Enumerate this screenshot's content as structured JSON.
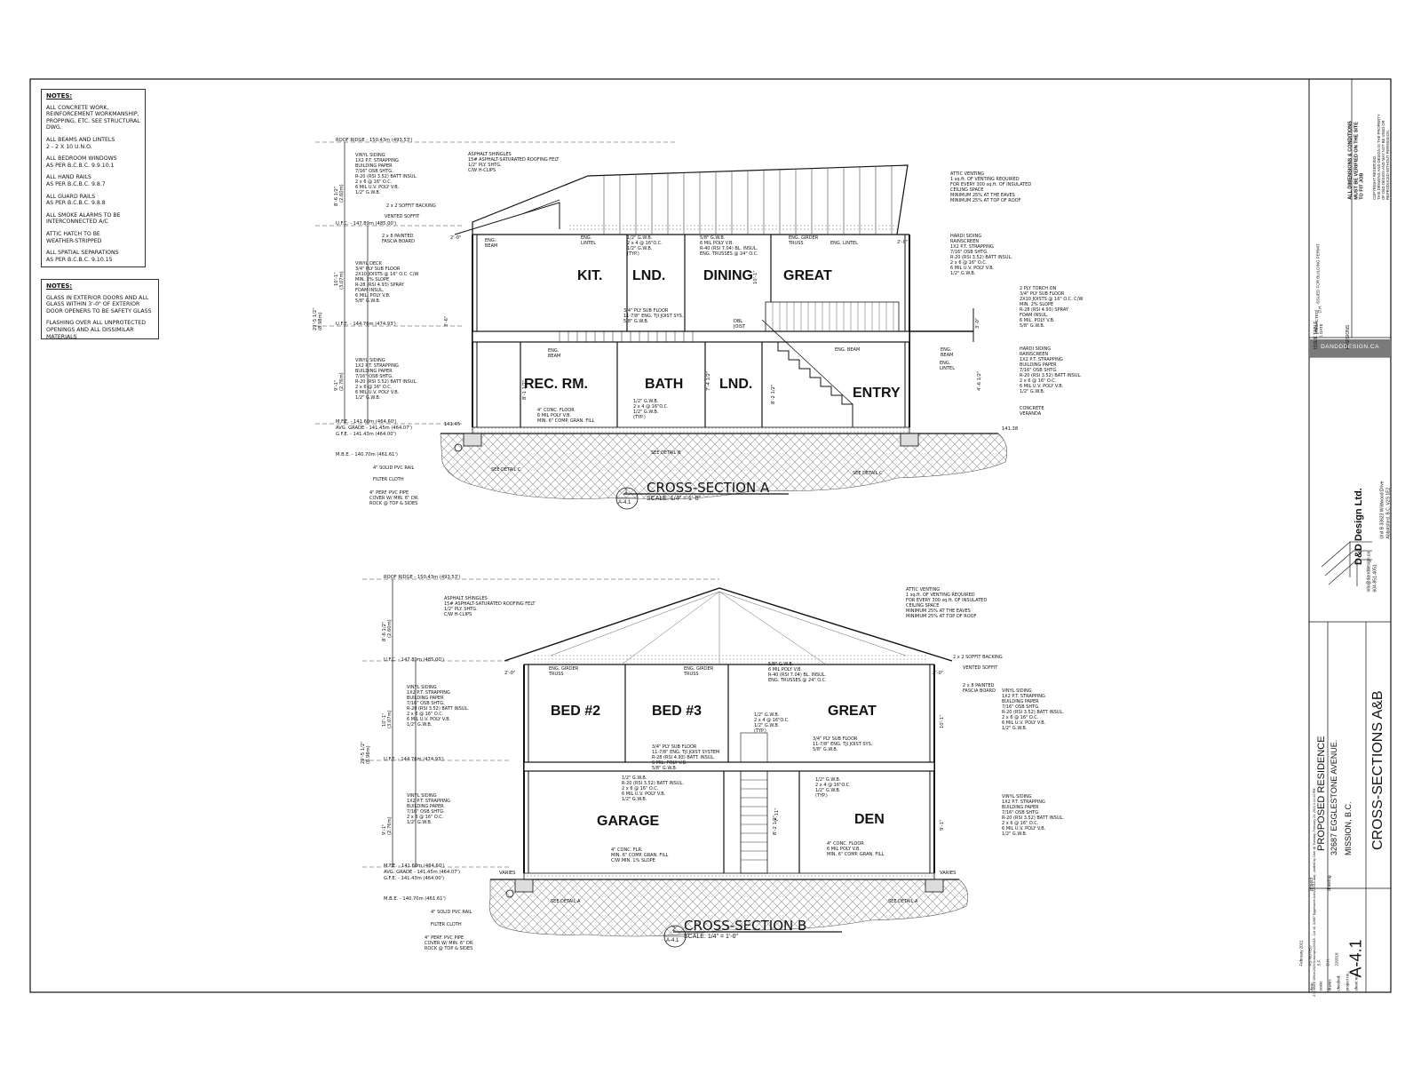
{
  "notes1": {
    "heading": "NOTES:",
    "items": [
      "ALL CONCRETE WORK,\nREINFORCEMENT WORKMANSHIP,\nPROPPING, ETC. SEE STRUCTURAL\nDWG.",
      "ALL BEAMS AND LINTELS\n2 - 2 X 10 U.N.O.",
      "ALL BEDROOM WINDOWS\nAS PER B.C.B.C. 9.9.10.1",
      "ALL HAND RAILS\nAS PER B.C.B.C. 9.8.7",
      "ALL GUARD RAILS\nAS PER B.C.B.C. 9.8.8",
      "ALL SMOKE ALARMS TO BE\nINTERCONNECTED A/C",
      "ATTIC HATCH TO BE\nWEATHER-STRIPPED",
      "ALL SPATIAL SEPARATIONS\nAS PER B.C.B.C. 9.10.15"
    ]
  },
  "notes2": {
    "heading": "NOTES:",
    "items": [
      "GLASS IN EXTERIOR DOORS AND ALL\nGLASS WITHIN 3'-0\" OF EXTERIOR\nDOOR OPENERS TO BE SAFETY GLASS",
      "FLASHING OVER ALL UNPROTECTED\nOPENINGS AND ALL DISSIMILAR\nMATERIALS"
    ]
  },
  "sectionA": {
    "title": "CROSS-SECTION A",
    "scale": "SCALE:  1/4\" = 1'-0\"",
    "ref_num": "1",
    "ref_sheet": "A-4.1",
    "rooms": [
      "KIT.",
      "LND.",
      "DINING",
      "GREAT",
      "REC. RM.",
      "BATH",
      "LND.",
      "ENTRY"
    ],
    "levels": [
      "ROOF RIDGE - 150.43m (493.53')",
      "U.F.C. - 147.89m (485.00')",
      "U.F.E. - 144.76m (474.93')",
      "M.F.E. - 141.60m (464.60')",
      "AVG. GRADE - 141.45m (464.07')",
      "G.F.E. - 141.43m (464.00')",
      "M.B.E. - 140.70m (461.61')"
    ],
    "dims": [
      "8'-6 1/2\"",
      "(2.60m)",
      "10'-1\"",
      "(3.07m)",
      "29'-5 1/2\"",
      "(8.98m)",
      "9'-1\"",
      "(2.76m)",
      "3'-6\"",
      "10'-1\"",
      "8'-1 1/2\"",
      "7'-4 1/2\"",
      "8'-2 1/2\"",
      "3'-0\"",
      "4'-6 1/2\"",
      "2'-0\"",
      "2'-0\""
    ],
    "elev_tags": [
      "141.45",
      "141.38"
    ],
    "notes": [
      "ASPHALT SHINGLES\n15# ASPHALT-SATURATED ROOFING FELT\n1/2\" PLY. SHTG.\nC/W H-CLIPS",
      "VINYL SIDING\n1X2 P.T. STRAPPING\nBUILDING PAPER\n7/16\" OSB SHTG.\nR-20 (RSI 3.52) BATT INSUL.\n2 x 6 @ 16\" O.C.\n6 MIL U.V. POLY V.B.\n1/2\" G.W.B.",
      "2 x 2 SOFFIT BACKING",
      "VENTED SOFFIT",
      "2 x 8 PAINTED\nFASCIA BOARD",
      "VINYL DECK\n3/4\" PLY SUB FLOOR\n2X10 JOISTS @ 16\" O.C. C/W\nMIN. 2% SLOPE\nR-28 (RSI 4.93) SPRAY\nFOAM INSUL.\n6 MIL. POLY V.B.\n5/8\" G.W.B.",
      "VINYL SIDING\n1X2 P.T. STRAPPING\nBUILDING PAPER\n7/16\" OSB SHTG.\nR-20 (RSI 3.52) BATT INSUL.\n2 x 6 @ 16\" O.C.\n6 MIL U.V. POLY V.B.\n1/2\" G.W.B.",
      "4\" SOLID PVC RAIL",
      "FILTER CLOTH",
      "4\" PERF. PVC PIPE\nCOVER W/ MIN. 6\" DR.\nROCK @ TOP & SIDES",
      "ENG.\nBEAM",
      "ENG.\nLINTEL",
      "1/2\" G.W.B.\n2 x 4 @ 16\"O.C.\n1/2\" G.W.B.\n(TYP.)",
      "5/8\" G.W.B.\n6 MIL POLY V.B.\nR-40 (RSI 7.04) BL. INSUL.\nENG. TRUSSES @ 24\" O.C.",
      "ENG. GIRDER\nTRUSS",
      "ENG. LINTEL",
      "3/4\" PLY SUB FLOOR\n11-7/8\" ENG. TJI JOIST SYS.\n5/8\" G.W.B.",
      "DBL\nJOIST",
      "ENG.\nBEAM",
      "4\" CONC. FLOOR\n6 MIL POLY V.B.\nMIN. 6\" COMP. GRAN. FILL",
      "1/2\" G.W.B.\n2 x 4 @ 16\"O.C.\n1/2\" G.W.B.\n(TYP.)",
      "SEE DETAIL B",
      "SEE DETAIL C",
      "SEE DETAIL C",
      "ATTIC VENTING\n1 sq.ft. OF VENTING REQUIRED\nFOR EVERY 300 sq.ft. OF INSULATED\nCEILING SPACE\nMINIMUM 25% AT THE EAVES\nMINIMUM 25% AT TOP OF ROOF",
      "HARDI SIDING\nRAINSCREEN\n1X2 P.T. STRAPPING\n7/16\" OSB SHTG.\nR-20 (RSI 3.52) BATT INSUL.\n2 x 6 @ 16\" O.C.\n6 MIL U.V. POLY V.B.\n1/2\" G.W.B.",
      "2 PLY TORCH ON\n3/4\" PLY SUB FLOOR\n2X10 JOISTS @ 16\" O.C. C/W\nMIN. 2% SLOPE\nR-28 (RSI 4.93) SPRAY\nFOAM INSUL.\n6 MIL. POLY V.B.\n5/8\" G.W.B.",
      "ENG. BEAM",
      "ENG.\nBEAM",
      "ENG.\nLINTEL",
      "HARDI SIDING\nRAINSCREEN\n1X2 P.T. STRAPPING\nBUILDING PAPER\n7/16\" OSB SHTG.\nR-20 (RSI 3.52) BATT INSUL.\n2 x 6 @ 16\" O.C.\n6 MIL U.V. POLY V.B.\n1/2\" G.W.B.",
      "CONCRETE\nVERANDA"
    ]
  },
  "sectionB": {
    "title": "CROSS-SECTION B",
    "scale": "SCALE:  1/4\" = 1'-0\"",
    "ref_num": "2",
    "ref_sheet": "A-4.1",
    "rooms": [
      "BED #2",
      "BED #3",
      "GREAT",
      "GARAGE",
      "DEN"
    ],
    "levels": [
      "ROOF RIDGE - 150.43m (493.53')",
      "U.F.C. - 147.89m (485.00')",
      "U.F.E. - 144.76m (474.93')",
      "M.F.E. - 141.60m (464.60')",
      "AVG. GRADE - 141.45m (464.07')",
      "G.F.E. - 141.43m (464.00')",
      "M.B.E. - 140.70m (461.61')"
    ],
    "dims": [
      "8'-6 1/2\"",
      "(2.60m)",
      "10'-1\"",
      "(3.07m)",
      "29'-5 1/2\"",
      "(8.98m)",
      "9'-1\"",
      "(2.76m)",
      "10'-1\"",
      "7'-11\"",
      "8'-2 1/2\"",
      "9'-1\"",
      "2'-0\"",
      "2'-0\""
    ],
    "elev_tags": [
      "VARIES",
      "VARIES"
    ],
    "notes": [
      "ASPHALT SHINGLES\n15# ASPHALT-SATURATED ROOFING FELT\n1/2\" PLY. SHTG.\nC/W H-CLIPS",
      "VINYL SIDING\n1X2 P.T. STRAPPING\nBUILDING PAPER\n7/16\" OSB SHTG.\nR-20 (RSI 3.52) BATT INSUL.\n2 x 6 @ 16\" O.C.\n6 MIL U.V. POLY V.B.\n1/2\" G.W.B.",
      "VINYL SIDING\n1X2 P.T. STRAPPING\nBUILDING PAPER\n7/16\" OSB SHTG.\n2 x 6 @ 16\" O.C.\n1/2\" G.W.B.",
      "4\" SOLID PVC RAIL",
      "FILTER CLOTH",
      "4\" PERF. PVC PIPE\nCOVER W/ MIN. 6\" DR.\nROCK @ TOP & SIDES",
      "ENG. GIRDER\nTRUSS",
      "ENG. GIRDER\nTRUSS",
      "5/8\" G.W.B.\n6 MIL POLY V.B.\nR-40 (RSI 7.04) BL. INSUL.\nENG. TRUSSES @ 24\" O.C.",
      "1/2\" G.W.B.\n2 x 4 @ 16\"O.C.\n1/2\" G.W.B.\n(TYP.)",
      "3/4\" PLY SUB FLOOR\n11-7/8\" ENG. TJI JOIST SYSTEM\nR-28 (RSI 4.93) BATT. INSUL.\n6 MIL. POLY V.B.\n5/8\" G.W.B.",
      "3/4\" PLY SUB FLOOR\n11-7/8\" ENG. TJI JOIST SYS.\n5/8\" G.W.B.",
      "1/2\" G.W.B.\nR-20 (RSI 3.52) BATT INSUL.\n2 x 6 @ 16\" O.C.\n6 MIL U.V. POLY V.B.\n1/2\" G.W.B.",
      "1/2\" G.W.B.\n2 x 4 @ 16\"O.C.\n1/2\" G.W.B.\n(TYP.)",
      "4\" CONC. FLR.\nMIN. 6\" COMP. GRAN. FILL\nC/W MIN. 1% SLOPE",
      "4\" CONC. FLOOR\n6 MIL POLY V.B.\nMIN. 6\" COMP. GRAN. FILL",
      "SEE DETAIL A",
      "SEE DETAIL A",
      "ATTIC VENTING\n1 sq.ft. OF VENTING REQUIRED\nFOR EVERY 300 sq.ft. OF INSULATED\nCEILING SPACE\nMINIMUM 25% AT THE EAVES\nMINIMUM 25% AT TOP OF ROOF",
      "2 x 2 SOFFIT BACKING",
      "VENTED SOFFIT",
      "2 x 8 PAINTED\nFASCIA BOARD",
      "VINYL SIDING\n1X2 P.T. STRAPPING\nBUILDING PAPER\n7/16\" OSB SHTG.\nR-20 (RSI 3.52) BATT INSUL.\n2 x 6 @ 16\" O.C.\n6 MIL U.V. POLY V.B.\n1/2\" G.W.B.",
      "VINYL SIDING\n1X2 P.T. STRAPPING\nBUILDING PAPER\n7/16\" OSB SHTG.\nR-20 (RSI 3.52) BATT INSUL.\n2 x 6 @ 16\" O.C.\n6 MIL U.V. POLY V.B.\n1/2\" G.W.B."
    ]
  },
  "title_block": {
    "disclaimer": "ALL DIMENSIONS & CONDITIONS\nMUST BE VERIFIED ON THE SITE\nTO FIT JOB",
    "copyright": "COPYRIGHT RESERVED.\nTHIS DRAWING AND DESIGN IS THE PROPERTY\nOF D&D DESIGN AND MAY NOT BE USED OR\nREPRODUCED WITHOUT PERMISSION.",
    "issue_table_label": "ISSUE TABLE",
    "issue_headers": [
      "No.",
      "Date",
      "By",
      "Description"
    ],
    "issue_row": [
      "1",
      "[REDACTED]\nDATE",
      "D.H.",
      "ISSUED FOR BUILDING PERMIT"
    ],
    "revisions_label": "REVISIONS",
    "revision_headers": [
      "No.",
      "Date",
      "By",
      "Description"
    ],
    "website_bar": "DANDDDESIGN.CA",
    "company": "D&D Design Ltd.",
    "address": "Unit B 33623 Wildwood Drive\nAbbotsford, B.C. V2S 1E2",
    "contact": "info@danddesign.ca\n604-851-4051",
    "project_label": "project",
    "project": "PROPOSED RESIDENCE",
    "address_line": "32687 EGGLESTONE AVENUE.",
    "city": "MISSION, B.C.",
    "drawing_label": "drawing",
    "drawing_title": "CROSS-SECTIONS A&B",
    "sheet_number": "A-4.1",
    "fields": [
      {
        "label": "date:",
        "value": "February 2021"
      },
      {
        "label": "scale:",
        "value": "AS NOTED"
      },
      {
        "label": "drawn:",
        "value": "S.F."
      },
      {
        "label": "checked:",
        "value": "D.H."
      },
      {
        "label": "project no.:",
        "value": "220318"
      },
      {
        "label": "sheet no.:",
        "value": ""
      }
    ],
    "file_path": "Z:\\D and D Office\\2020 Drawings\\220318 - Lot 48, 32687 Egglestone Ave\\220318.dwg - plotted by User @ Tuesday, February 23, 2021 1:14:43 PM"
  },
  "colors": {
    "line": "#111111",
    "bar": "#7a7a7a"
  }
}
